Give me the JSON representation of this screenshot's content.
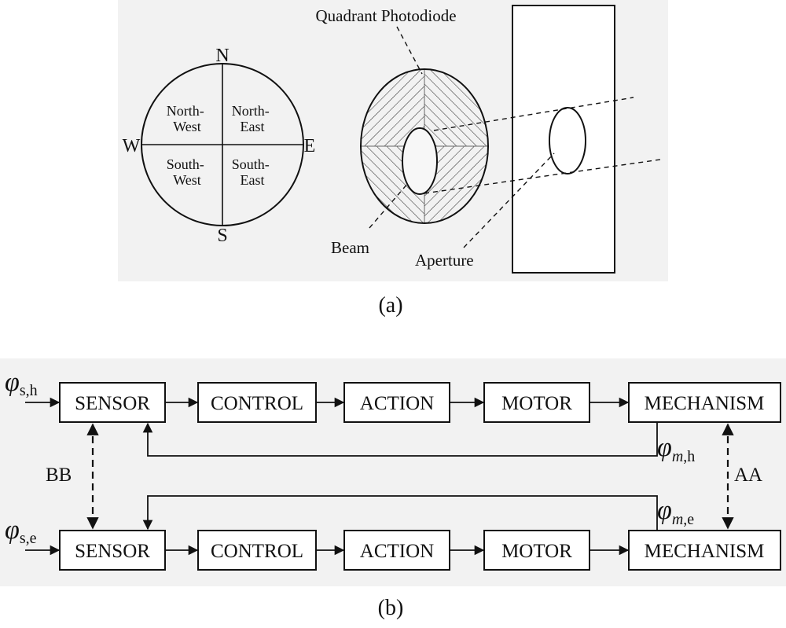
{
  "panel_a": {
    "compass": {
      "n": "N",
      "s": "S",
      "w": "W",
      "e": "E"
    },
    "quadrants": {
      "nw": [
        "North-",
        "West"
      ],
      "ne": [
        "North-",
        "East"
      ],
      "sw": [
        "South-",
        "West"
      ],
      "se": [
        "South-",
        "East"
      ]
    },
    "labels": {
      "quadrant_photodiode": "Quadrant Photodiode",
      "beam": "Beam",
      "aperture": "Aperture"
    },
    "caption": "(a)"
  },
  "panel_b": {
    "top_row": [
      "SENSOR",
      "CONTROL",
      "ACTION",
      "MOTOR",
      "MECHANISM"
    ],
    "bottom_row": [
      "SENSOR",
      "CONTROL",
      "ACTION",
      "MOTOR",
      "MECHANISM"
    ],
    "phi_symbol": "φ",
    "inputs": {
      "top_sub": "s,h",
      "bottom_sub": "s,e"
    },
    "feedback": {
      "top_sub_italic": "m",
      "top_sub": ",h",
      "bottom_sub_italic": "m",
      "bottom_sub": ",e"
    },
    "links": {
      "left": "BB",
      "right": "AA"
    },
    "caption": "(b)"
  }
}
